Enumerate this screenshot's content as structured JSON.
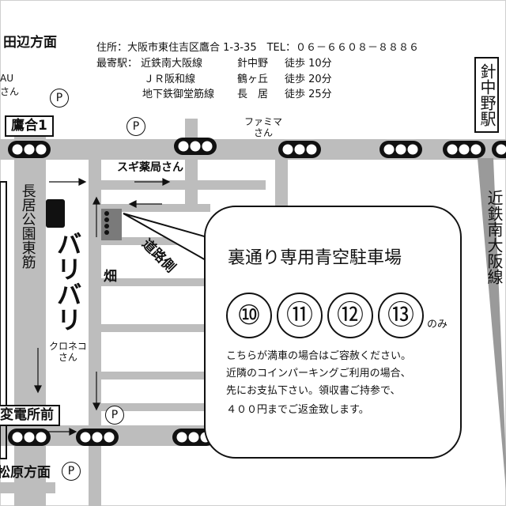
{
  "info": {
    "address": "住所：大阪市東住吉区鷹合 1-3-35　TEL：０６－６６０８－８８８６",
    "station_header": "最寄駅：",
    "stations": [
      {
        "line": "近鉄南大阪線",
        "station": "針中野",
        "walk": "徒歩 10分"
      },
      {
        "line": "ＪＲ阪和線",
        "station": "鶴ヶ丘",
        "walk": "徒歩 20分"
      },
      {
        "line": "地下鉄御堂筋線",
        "station": "長　居",
        "walk": "徒歩 25分"
      }
    ]
  },
  "map": {
    "top_left_direction": "田辺方面",
    "au_label": "AU",
    "au_suffix": "さん",
    "intersection_top": "鷹合1",
    "park_symbol": "P",
    "park_east_label": "長居公園東筋",
    "family_mart": "ファミマ\nさん",
    "sugi": "スギ薬局さん",
    "bariburi": "バリバリ",
    "field": "畑",
    "road_side": "道路側",
    "kuroneko": "クロネコ\nさん",
    "substation": "変電所前",
    "bottom_left_direction": "松原方面",
    "station_name": "針中野駅",
    "railway": "近鉄南大阪線"
  },
  "callout": {
    "title": "裏通り専用青空駐車場",
    "numbers": [
      "⑩",
      "⑪",
      "⑫",
      "⑬"
    ],
    "only": "のみ",
    "note_lines": [
      "こちらが満車の場合はご容赦ください。",
      "近隣のコインパーキングご利用の場合、",
      "先にお支払下さい。領収書ご持参で、",
      "４００円までご返金致します。"
    ]
  },
  "colors": {
    "road": "#b8b8b8",
    "dark": "#111111",
    "rail": "#9a9a9a"
  }
}
